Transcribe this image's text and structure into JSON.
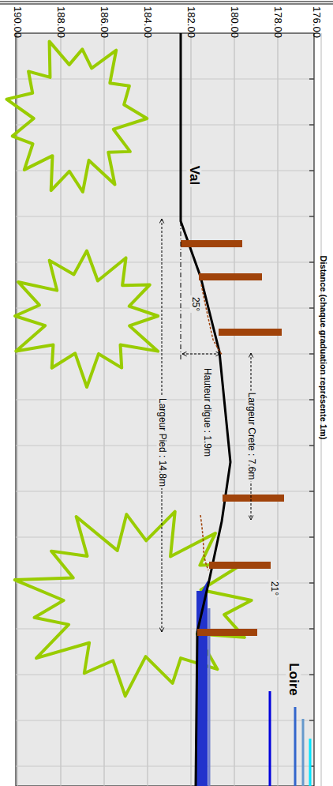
{
  "diagram": {
    "labels": [
      "190.00",
      "188.00",
      "186.00",
      "184.00",
      "182.00",
      "180.00",
      "178.00",
      "176.00",
      "Val",
      "25°",
      "Hauteur digue : 1.9m",
      "Largeur Crete : 7.6m",
      "Largeur Pied : 14.8m",
      "21°",
      "Loire",
      "Distance (chaque graduation représente 1m)"
    ]
  }
}
